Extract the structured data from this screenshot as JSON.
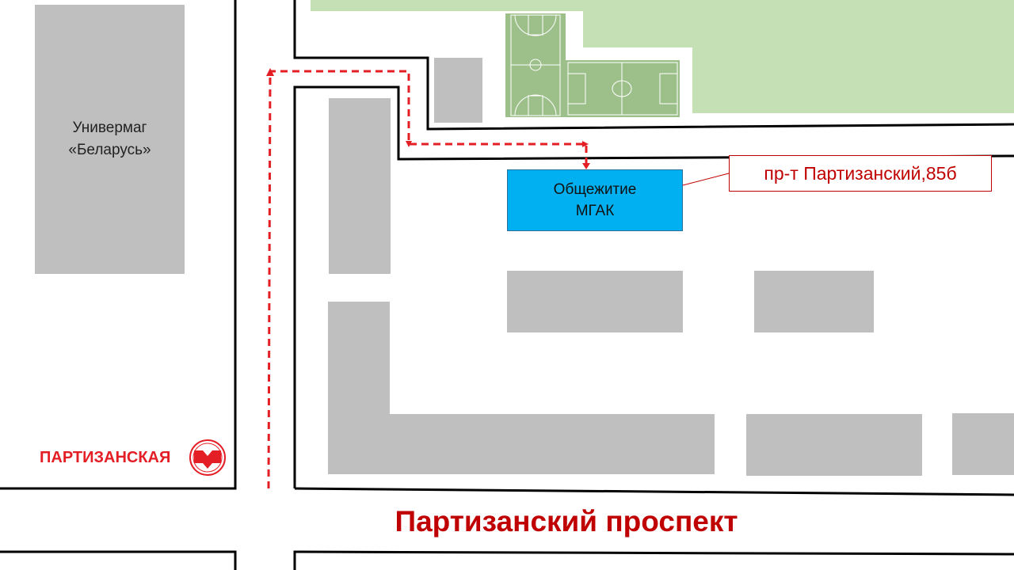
{
  "buildings": {
    "univermag": {
      "line1": "Универмаг",
      "line2": "«Беларусь»"
    },
    "dormitory": {
      "line1": "Общежитие",
      "line2": "МГАК"
    }
  },
  "address_callout": "пр-т Партизанский,85б",
  "metro_station": "ПАРТИЗАНСКАЯ",
  "street_name": "Партизанский проспект",
  "colors": {
    "road": "#000000",
    "building": "#bfbfbf",
    "dormitory": "#00b0f0",
    "route": "#e31e24",
    "park": "#c5e0b4",
    "sports": "#9dc08b",
    "label_red": "#c00000"
  }
}
